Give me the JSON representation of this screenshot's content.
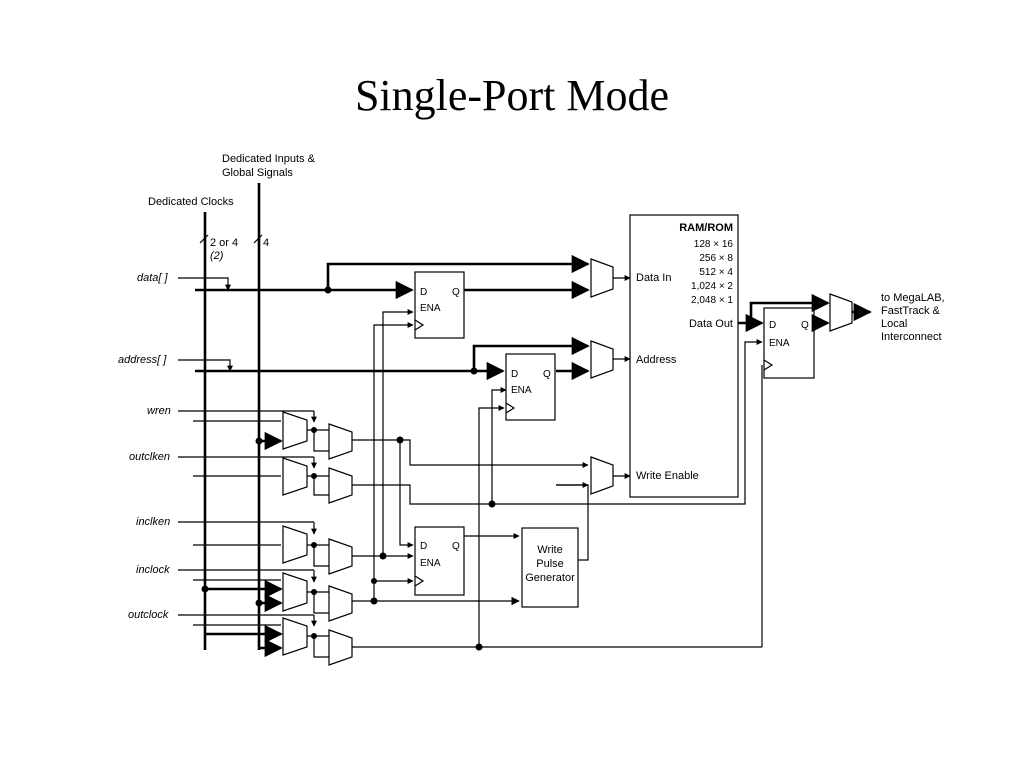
{
  "title": "Single-Port Mode",
  "labels": {
    "dedicated_inputs": [
      "Dedicated Inputs &",
      "Global Signals"
    ],
    "dedicated_clocks": "Dedicated Clocks",
    "bus_clocks": "2 or 4",
    "bus_clocks_note": "(2)",
    "bus_inputs": "4",
    "data": "data[ ]",
    "address": "address[ ]",
    "wren": "wren",
    "outclken": "outclken",
    "inclken": "inclken",
    "inclock": "inclock",
    "outclock": "outclock"
  },
  "ram": {
    "title": "RAM/ROM",
    "sizes": [
      "128 × 16",
      "256 × 8",
      "512 × 4",
      "1,024 × 2",
      "2,048 × 1"
    ],
    "data_in": "Data In",
    "address": "Address",
    "write_enable": "Write Enable",
    "data_out": "Data Out"
  },
  "register": {
    "d": "D",
    "q": "Q",
    "ena": "ENA"
  },
  "pulse_gen": [
    "Write",
    "Pulse",
    "Generator"
  ],
  "output_dest": [
    "to MegaLAB,",
    "FastTrack &",
    "Local",
    "Interconnect"
  ]
}
